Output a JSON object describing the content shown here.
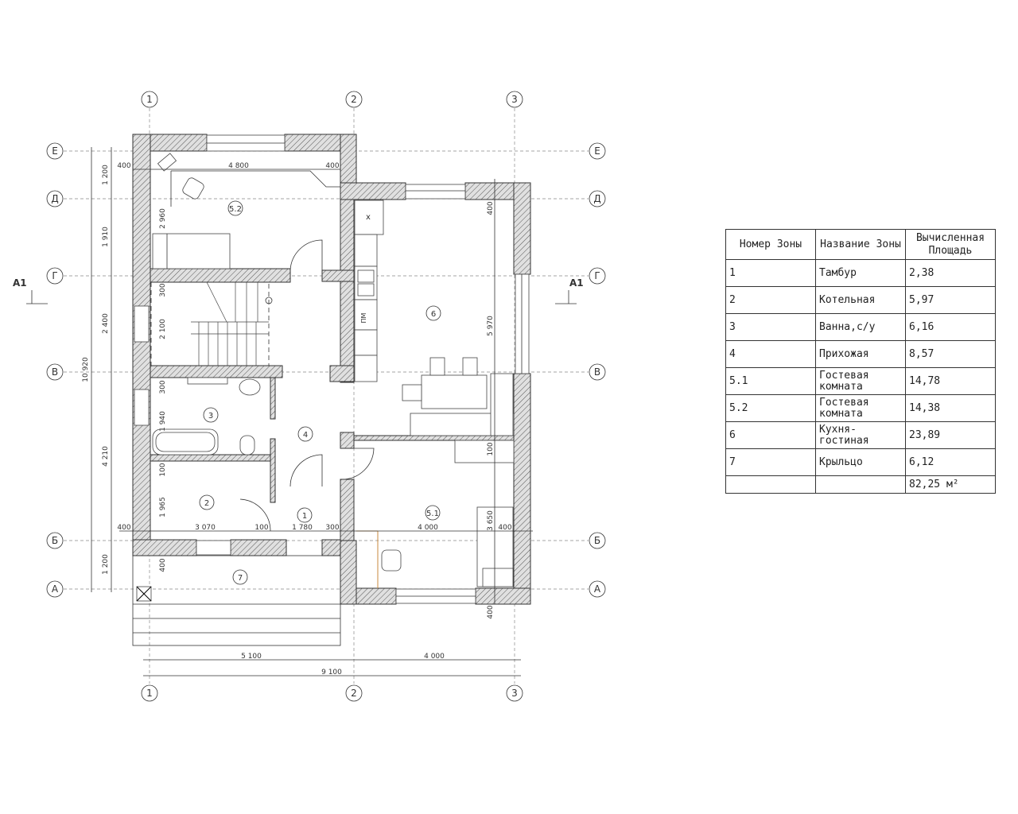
{
  "axes": {
    "vertical": [
      "1",
      "2",
      "3"
    ],
    "horizontal": [
      "Е",
      "Д",
      "Г",
      "В",
      "Б",
      "А"
    ]
  },
  "section_mark": "А1",
  "dimensions": {
    "top": [
      "400",
      "4 800",
      "400"
    ],
    "left_outer": [
      "1 200",
      "1 910",
      "2 400",
      "4 210",
      "1 200"
    ],
    "left_total": "10 920",
    "inner_left": [
      "2 960",
      "300",
      "2 100",
      "300",
      "1 940",
      "100",
      "1 965"
    ],
    "right_inner": [
      "400",
      "5 970",
      "100",
      "3 650",
      "400"
    ],
    "bottom_row": [
      "400",
      "3 070",
      "100",
      "1 780",
      "300",
      "4 000",
      "400"
    ],
    "porch": "400",
    "bottom_chain": [
      "5 100",
      "4 000"
    ],
    "bottom_total": "9 100"
  },
  "rooms": {
    "r1": "1",
    "r2": "2",
    "r3": "3",
    "r4": "4",
    "r51": "5.1",
    "r52": "5.2",
    "r6": "6",
    "r7": "7"
  },
  "fixtures": {
    "x_mark": "x",
    "pm": "ПМ"
  },
  "table": {
    "headers": [
      "Номер Зоны",
      "Название Зоны",
      "Вычисленная Площадь"
    ],
    "rows": [
      {
        "num": "1",
        "name": "Тамбур",
        "area": "2,38"
      },
      {
        "num": "2",
        "name": "Котельная",
        "area": "5,97"
      },
      {
        "num": "3",
        "name": "Ванна,с/у",
        "area": "6,16"
      },
      {
        "num": "4",
        "name": "Прихожая",
        "area": "8,57"
      },
      {
        "num": "5.1",
        "name": "Гостевая комната",
        "area": "14,78"
      },
      {
        "num": "5.2",
        "name": "Гостевая комната",
        "area": "14,38"
      },
      {
        "num": "6",
        "name": "Кухня-гостиная",
        "area": "23,89"
      },
      {
        "num": "7",
        "name": "Крыльцо",
        "area": "6,12"
      }
    ],
    "total": "82,25 м²"
  }
}
